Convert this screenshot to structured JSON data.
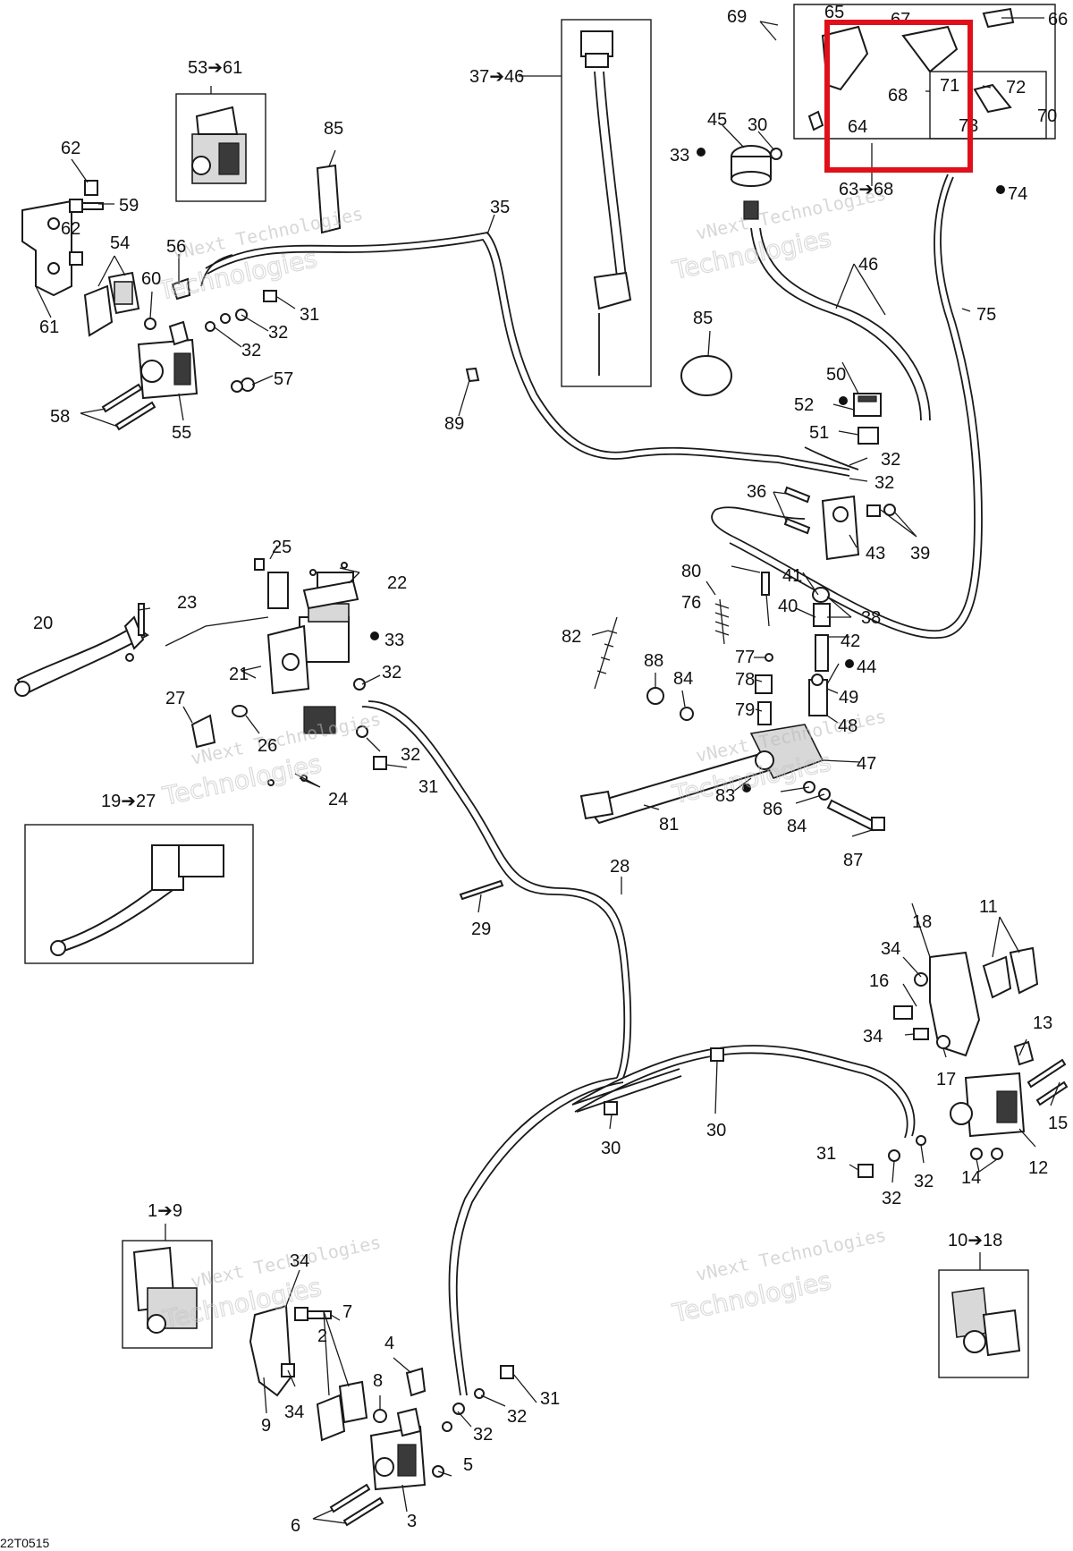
{
  "diagram": {
    "reference_code": "22T0515",
    "watermark_line1": "vNext Technologies",
    "watermark_line2": "Technologies",
    "highlight_color": "#e0101a",
    "callouts": {
      "c1_9": "1➔9",
      "c2": "2",
      "c3": "3",
      "c4": "4",
      "c5": "5",
      "c6": "6",
      "c7": "7",
      "c8": "8",
      "c9": "9",
      "c10_18": "10➔18",
      "c11": "11",
      "c12": "12",
      "c13": "13",
      "c14": "14",
      "c15": "15",
      "c16": "16",
      "c17": "17",
      "c18": "18",
      "c19_27": "19➔27",
      "c20": "20",
      "c21": "21",
      "c22": "22",
      "c23": "23",
      "c24": "24",
      "c25": "25",
      "c26": "26",
      "c27": "27",
      "c28": "28",
      "c29": "29",
      "c30": "30",
      "c31": "31",
      "c32": "32",
      "c33": "33",
      "c34": "34",
      "c35": "35",
      "c36": "36",
      "c37_46": "37➔46",
      "c38": "38",
      "c39": "39",
      "c40": "40",
      "c41": "41",
      "c42": "42",
      "c43": "43",
      "c44": "44",
      "c45": "45",
      "c46": "46",
      "c47": "47",
      "c48": "48",
      "c49": "49",
      "c50": "50",
      "c51": "51",
      "c52": "52",
      "c53_61": "53➔61",
      "c54": "54",
      "c55": "55",
      "c56": "56",
      "c57": "57",
      "c58": "58",
      "c59": "59",
      "c60": "60",
      "c61": "61",
      "c62": "62",
      "c63_68": "63➔68",
      "c64": "64",
      "c65": "65",
      "c66": "66",
      "c67": "67",
      "c68": "68",
      "c69": "69",
      "c70": "70",
      "c71": "71",
      "c72": "72",
      "c73": "73",
      "c74": "74",
      "c75": "75",
      "c76": "76",
      "c77": "77",
      "c78": "78",
      "c79": "79",
      "c80": "80",
      "c81": "81",
      "c82": "82",
      "c83": "83",
      "c84": "84",
      "c85": "85",
      "c86": "86",
      "c87": "87",
      "c88": "88",
      "c89": "89"
    }
  }
}
